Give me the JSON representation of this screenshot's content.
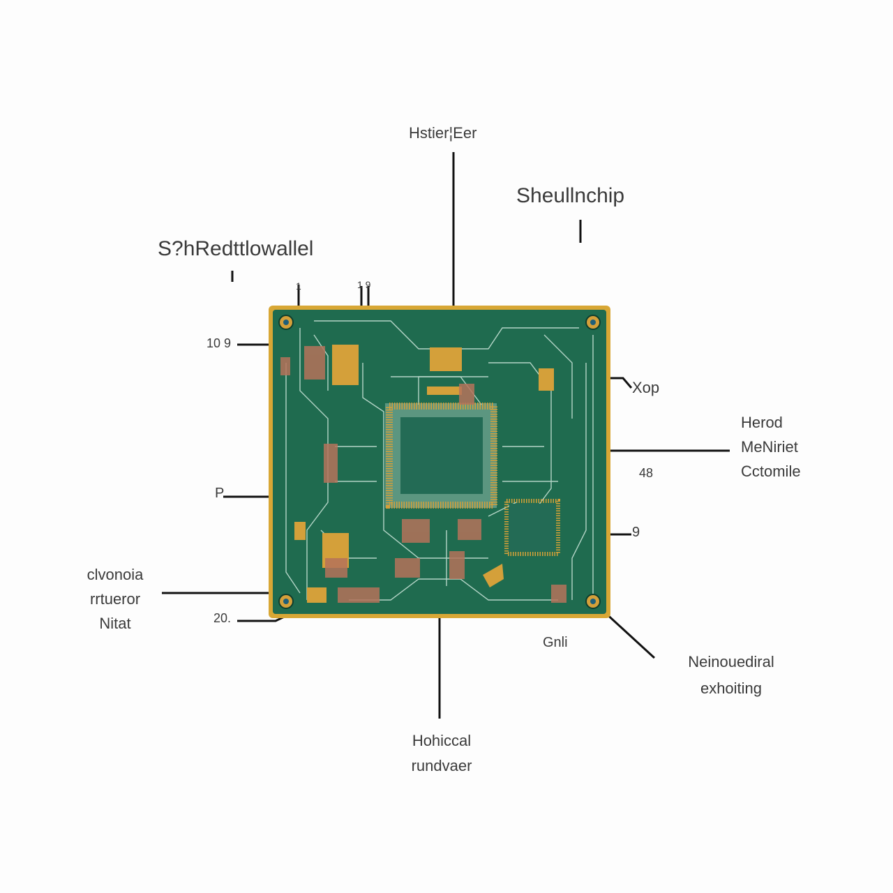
{
  "labels": {
    "top_center": "Hstier¦Eer",
    "top_right": "Sheullnchip",
    "top_left": "S?hRedttlowallel",
    "pin_1": "1",
    "pin_1_9": "1 9",
    "left_10_9": "10 9",
    "right_xop": "Xop",
    "right_block": [
      "Herod",
      "MeNiriet",
      "Cctomile"
    ],
    "right_48": "48",
    "right_9": "9",
    "left_p": "P",
    "left_block": [
      "clvonoia",
      "rrtueror",
      "Nitat"
    ],
    "left_20": "20.",
    "bottom_gnli": "Gnli",
    "bottom_right": [
      "Neinouediral",
      "exhoiting"
    ],
    "bottom_center": [
      "Hohiccal",
      "rundvaer"
    ]
  },
  "colors": {
    "board": "#1f6b4f",
    "board_edge": "#d8a735",
    "trace": "#cfe8dc",
    "pad": "#d4a03a",
    "chip": "#236b55"
  }
}
